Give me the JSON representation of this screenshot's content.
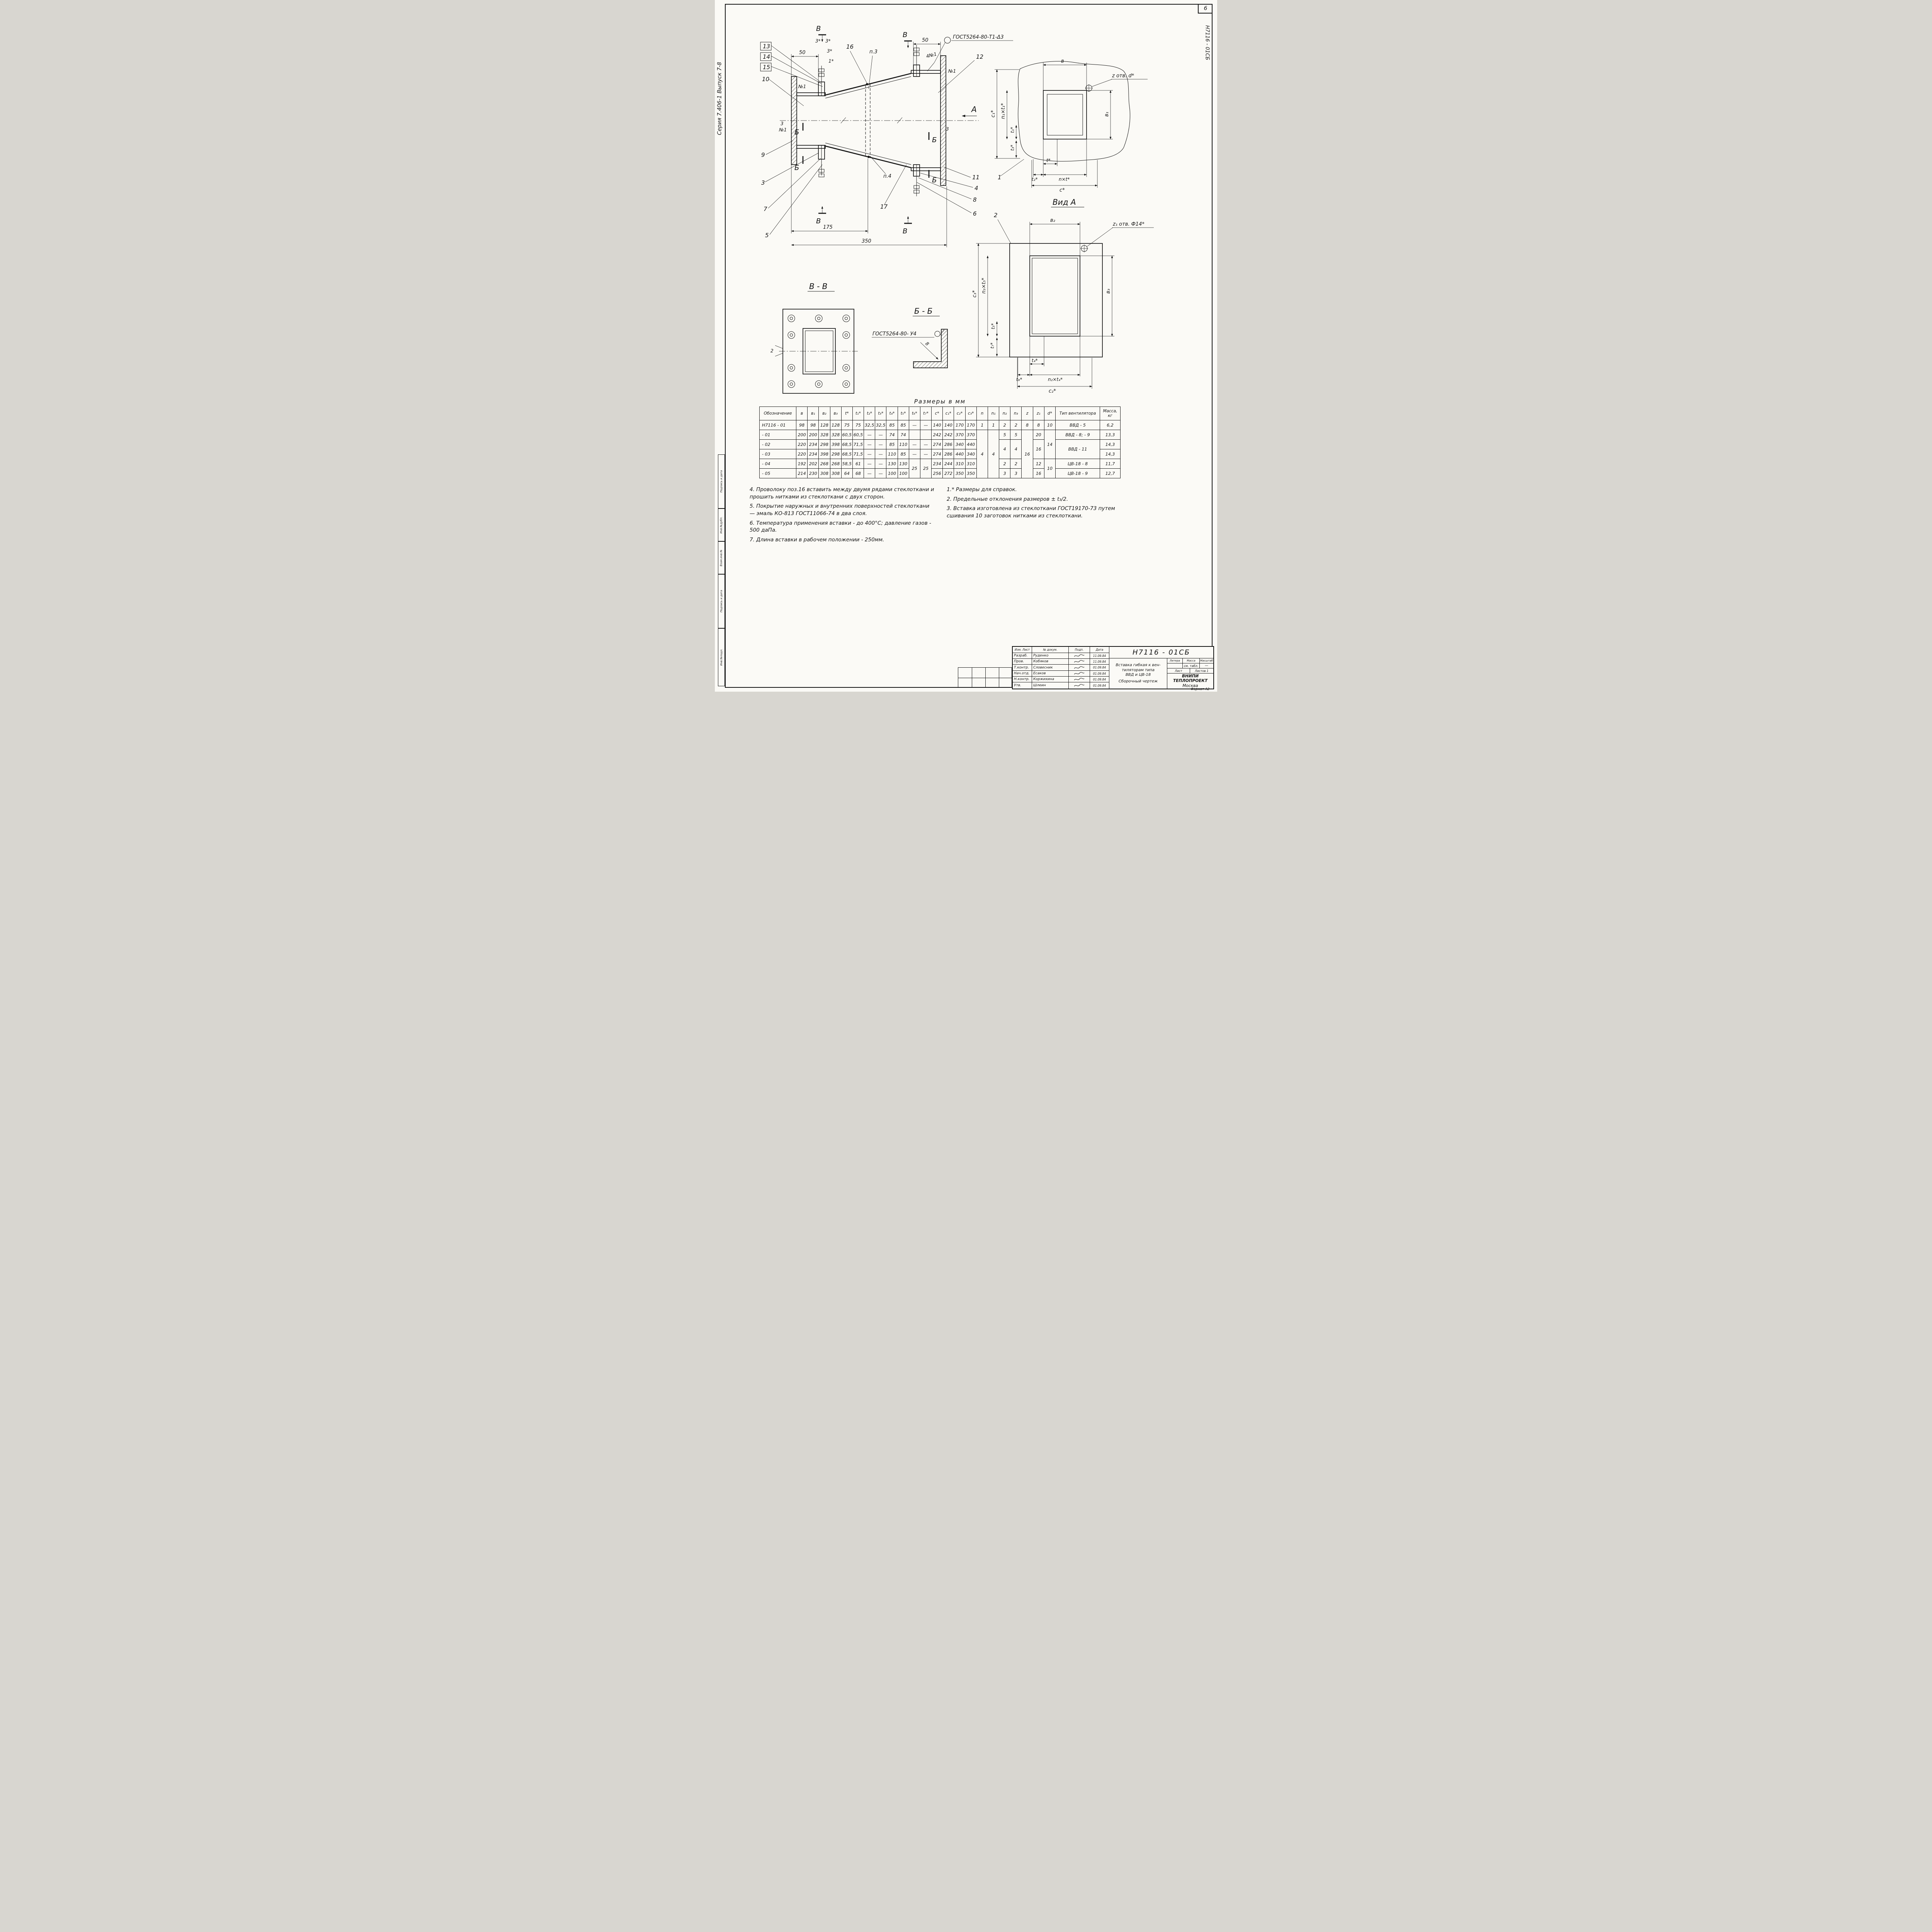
{
  "page": {
    "number": "6",
    "series": "Серия 7.406-1      Выпуск 7-8",
    "side_doc": "Н7116 - 01СБ",
    "format": "Формат А2"
  },
  "margin": {
    "stamps": [
      "Подпись и дата",
      "Инв.№дубл.",
      "Взам.инв.№",
      "Подпись и дата",
      "Инв.№подл."
    ]
  },
  "drawing": {
    "welds": {
      "top": "ГОСТ5264-80-Т1-Δ3",
      "bb": "ГОСТ5264-80- У4"
    },
    "callouts": {
      "c13": "13",
      "c14": "14",
      "c15": "15",
      "c10": "10",
      "c9": "9",
      "c3": "3",
      "c7": "7",
      "c5": "5",
      "c16": "16",
      "c12": "12",
      "c11": "11",
      "c4": "4",
      "c8": "8",
      "c6": "6",
      "c17": "17",
      "c1": "1",
      "c2": "2",
      "p3": "п.3",
      "p4": "п.4"
    },
    "sections": {
      "v": "В",
      "b": "Б",
      "a": "А"
    },
    "views": {
      "vida": "Вид А",
      "vv": "В - В",
      "bb": "Б - Б"
    },
    "dims": {
      "d50l": "50",
      "d50r": "50",
      "d175": "175",
      "d350": "350",
      "s3a": "3*",
      "s3b": "3*",
      "s3c": "3*",
      "s1": "1*",
      "no1a": "№1",
      "no1b": "№1",
      "no1c": "4№1",
      "d3a": "3",
      "d3b": "3",
      "th2": "2",
      "th8": "8"
    },
    "vida": {
      "v": "в",
      "v1": "в₁",
      "c1": "с₁*",
      "n1t1": "n₁×t₁*",
      "t1": "t₁*",
      "t3": "t₃*",
      "t": "t*",
      "t2": "t₂*",
      "nt": "n×t*",
      "c": "с*",
      "z": "z отв. d*"
    },
    "view2": {
      "v2": "в₂",
      "v3": "в₃",
      "c3": "с₃*",
      "n3t5": "n₃×t₅*",
      "t5": "t₅*",
      "t7": "t₇*",
      "t4": "t₄*",
      "t6": "t₆*",
      "n2t4": "n₂×t₄*",
      "c2": "с₂*",
      "z1": "z₁ отв. Ф14*"
    }
  },
  "table": {
    "title": "Размеры  в  мм",
    "columns": [
      "Обозначение",
      "в",
      "в₁",
      "в₂",
      "в₃",
      "t*",
      "t₁*",
      "t₂*",
      "t₃*",
      "t₄*",
      "t₅*",
      "t₆*",
      "t₇*",
      "с*",
      "с₁*",
      "с₂*",
      "с₃*",
      "n",
      "n₁",
      "n₂",
      "n₃",
      "z",
      "z₁",
      "d*",
      "Тип вентилятора",
      "Масса, кг"
    ],
    "rows": [
      [
        "Н7116  - 01",
        "98",
        "98",
        "128",
        "128",
        "75",
        "75",
        "32,5",
        "32,5",
        "85",
        "85",
        "—",
        "—",
        "140",
        "140",
        "170",
        "170",
        "1",
        "1",
        "2",
        "2",
        "8",
        "8",
        "10",
        "ВВД - 5",
        "6,2"
      ],
      [
        "- 01",
        "200",
        "200",
        "328",
        "328",
        "60,5",
        "60,5",
        "—",
        "—",
        "74",
        "74",
        "",
        "",
        "242",
        "242",
        "370",
        "370",
        {
          "t": "4",
          "rs": 5
        },
        {
          "t": "4",
          "rs": 5
        },
        "5",
        "5",
        {
          "t": "16",
          "rs": 5
        },
        "20",
        {
          "t": "14",
          "rs": 3
        },
        "ВВД - 8;  - 9",
        "13,3"
      ],
      [
        "- 02",
        "220",
        "234",
        "298",
        "398",
        "68,5",
        "71,5",
        "—",
        "—",
        "85",
        "110",
        "—",
        "—",
        "274",
        "286",
        "340",
        "440",
        null,
        null,
        {
          "t": "4",
          "rs": 2
        },
        {
          "t": "4",
          "rs": 2
        },
        null,
        {
          "t": "16",
          "rs": 2
        },
        null,
        {
          "t": "ВВД - 11",
          "rs": 2
        },
        "14,3"
      ],
      [
        "- 03",
        "220",
        "234",
        "398",
        "298",
        "68,5",
        "71,5",
        "—",
        "—",
        "110",
        "85",
        "—",
        "—",
        "274",
        "286",
        "440",
        "340",
        null,
        null,
        null,
        null,
        null,
        null,
        null,
        null,
        "14,3"
      ],
      [
        "- 04",
        "192",
        "202",
        "268",
        "268",
        "58,5",
        "61",
        "—",
        "—",
        "130",
        "130",
        {
          "t": "25",
          "rs": 2
        },
        {
          "t": "25",
          "rs": 2
        },
        "234",
        "244",
        "310",
        "310",
        null,
        null,
        "2",
        "2",
        null,
        "12",
        {
          "t": "10",
          "rs": 2
        },
        "ЦВ-18 - 8",
        "11,7"
      ],
      [
        "- 05",
        "214",
        "230",
        "308",
        "308",
        "64",
        "68",
        "—",
        "—",
        "100",
        "100",
        null,
        null,
        "256",
        "272",
        "350",
        "350",
        null,
        null,
        "3",
        "3",
        null,
        "16",
        null,
        "ЦВ-18 - 9",
        "12,7"
      ]
    ]
  },
  "notes_left": [
    "4. Проволоку поз.16 вставить между двумя рядами стеклоткани и прошить нитками из стеклоткани с двух сторон.",
    "5. Покрытие наружных и внутренних поверхностей стеклоткани — эмаль КО-813 ГОСТ11066-74 в два слоя.",
    "6. Температура применения вставки - до 400°С; давление газов - 500 даПа.",
    "7. Длина вставки в рабочем положении - 250мм."
  ],
  "notes_right": [
    "1.* Размеры  для справок.",
    "2. Предельные отклонения размеров ± t₃/2.",
    "3. Вставка изготовлена из стеклоткани ГОСТ19170-73 путем сшивания 10 заготовок нитками из стеклоткани."
  ],
  "title_block": {
    "doc_number": "Н7116  - 01СБ",
    "name_lines": [
      "Вставка гибкая к вен-",
      "тиляторам типа",
      "ВВД и ЦВ-18",
      "Сборочный чертеж"
    ],
    "header": {
      "izm": "Изм. Лист",
      "doc": "№ докум.",
      "sign": "Подп.",
      "date": "Дата"
    },
    "staff": [
      {
        "role": "Разраб.",
        "name": "Руденко",
        "date": "11.09.84"
      },
      {
        "role": "Пров.",
        "name": "Кобяков",
        "date": "11.09.84"
      },
      {
        "role": "Т.контр.",
        "name": "Словесник",
        "date": "01.09.84"
      },
      {
        "role": "Нач.отд.",
        "name": "Есаков",
        "date": "01.09.84"
      },
      {
        "role": "Н.контр.",
        "name": "Коржихина",
        "date": "01.09.84"
      },
      {
        "role": "Утв.",
        "name": "Шлеин",
        "date": "01.09.84"
      }
    ],
    "litera_label": "Литера",
    "massa_label": "Масса",
    "masshtab_label": "Масштаб",
    "massa_value": "см. табл.",
    "masshtab_value": "—",
    "list_label": "Лист",
    "listov_label": "Листов 1",
    "org_lines": [
      "ВНИПИ",
      "ТЕПЛОПРОЕКТ",
      "Москва"
    ]
  }
}
